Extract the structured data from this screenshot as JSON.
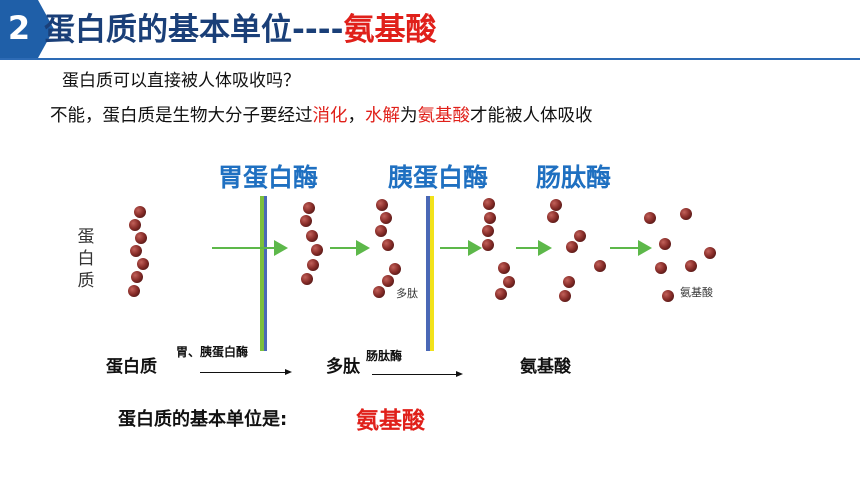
{
  "header": {
    "number": "2",
    "title_main": "蛋白质的基本单位----",
    "title_highlight": "氨基酸"
  },
  "question": "蛋白质可以直接被人体吸收吗？",
  "answer": {
    "part1": "不能，蛋白质是生物大分子要经过",
    "digest": "消化",
    "comma": "，",
    "hydrolyze": "水解",
    "to": "为",
    "amino": "氨基酸",
    "part2": "才能被人体吸收"
  },
  "diagram": {
    "enzyme1": "胃蛋白酶",
    "enzyme2": "胰蛋白酶",
    "enzyme3": "肠肽酶",
    "protein_label": "蛋白质",
    "polypeptide_label": "多肽",
    "amino_label": "氨基酸",
    "colors": {
      "enzyme_text": "#1f70c1",
      "bead": "#8a2e2a",
      "green_membrane": "#7cbf3c",
      "blue_membrane": "#4a68b6",
      "yellow_membrane": "#f2e21a",
      "arrow": "#5db84a"
    }
  },
  "equation": {
    "protein": "蛋白质",
    "enzyme_a": "胃、胰蛋白酶",
    "polypeptide": "多肽",
    "enzyme_b": "肠肽酶",
    "amino": "氨基酸"
  },
  "conclusion": {
    "text": "蛋白质的基本单位是:",
    "answer": "氨基酸"
  }
}
